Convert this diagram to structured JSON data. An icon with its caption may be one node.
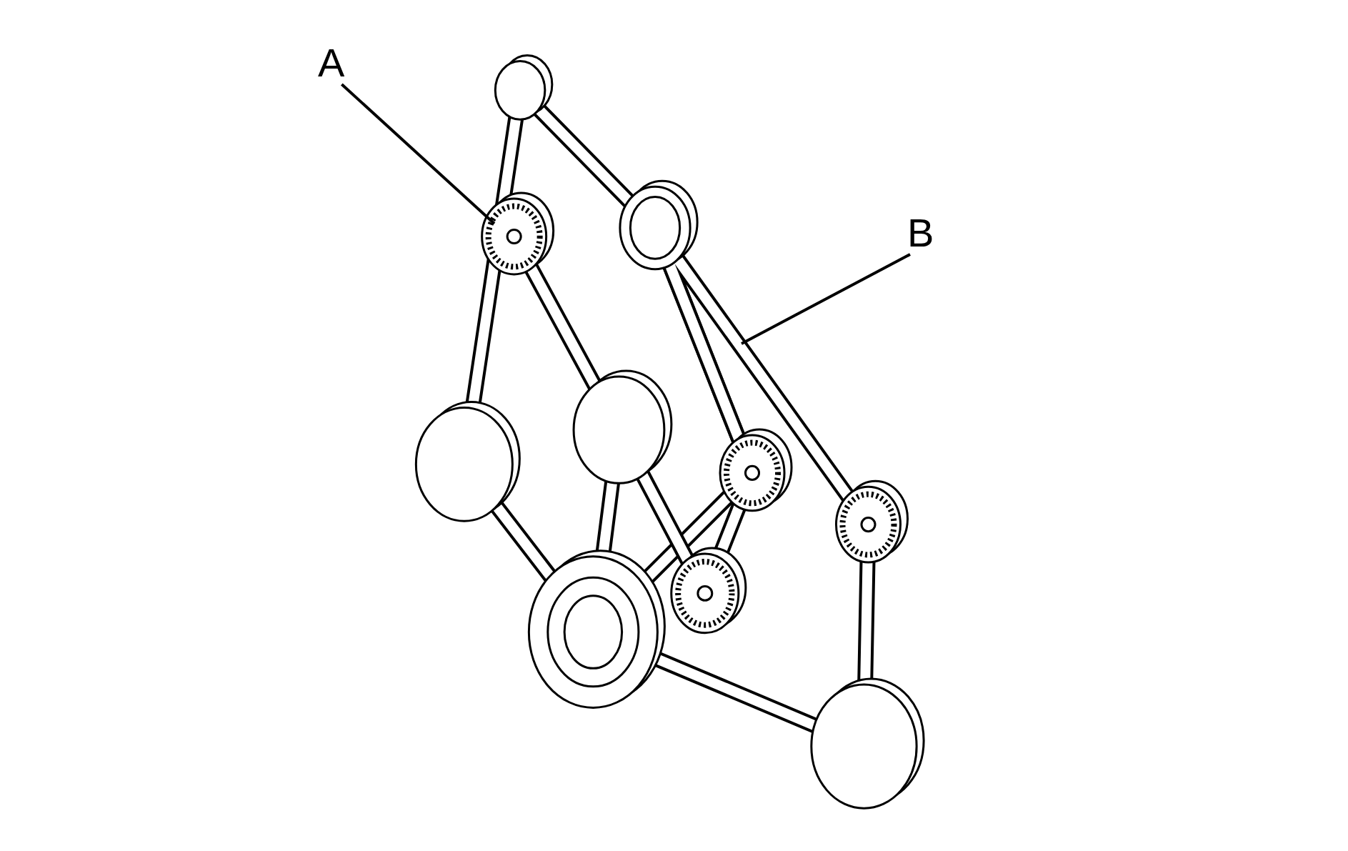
{
  "diagram": {
    "nodes": [
      {
        "text": [
          "A"
        ]
      },
      {
        "text": [
          "B"
        ]
      }
    ],
    "edges": [
      {
        "from": 0,
        "to": null,
        "arrow": "none"
      },
      {
        "from": 1,
        "to": null,
        "arrow": "none"
      }
    ]
  }
}
